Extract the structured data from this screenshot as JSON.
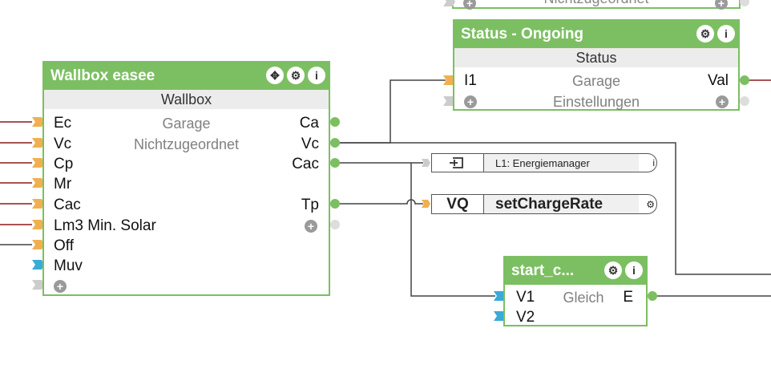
{
  "colors": {
    "block_green": "#7cbf62",
    "input_orange": "#f0b050",
    "input_blue": "#3aaad8",
    "input_gray": "#cccccc",
    "wire_red": "#8b1a1a",
    "wire_dark": "#444444"
  },
  "top_partial": {
    "text": "Nichtzugeordnet"
  },
  "status_block": {
    "title": "Status - Ongoing",
    "subtitle": "Status",
    "input": "I1",
    "room": "Garage",
    "output": "Val",
    "category": "Einstellungen",
    "icons": [
      "gear-icon",
      "info-icon"
    ]
  },
  "wallbox": {
    "title": "Wallbox easee",
    "subtitle": "Wallbox",
    "room": "Garage",
    "category": "Nichtzugeordnet",
    "inputs": [
      "Ec",
      "Vc",
      "Cp",
      "Mr",
      "Cac",
      "Lm3 Min. Solar",
      "Off",
      "Muv"
    ],
    "outputs": [
      "Ca",
      "Vc",
      "Cac",
      "Tp"
    ],
    "icons": [
      "move-icon",
      "gear-icon",
      "info-icon"
    ]
  },
  "node_energiemanager": {
    "icon": "memory-flag-icon",
    "label": "L1: Energiemanager",
    "end_icon": "info-icon"
  },
  "node_vq": {
    "type": "VQ",
    "label": "setChargeRate",
    "end_icon": "gear-icon"
  },
  "start_block": {
    "title": "start_c...",
    "inputs": [
      "V1",
      "V2"
    ],
    "center": "Gleich",
    "output": "E",
    "icons": [
      "gear-icon",
      "info-icon"
    ]
  }
}
